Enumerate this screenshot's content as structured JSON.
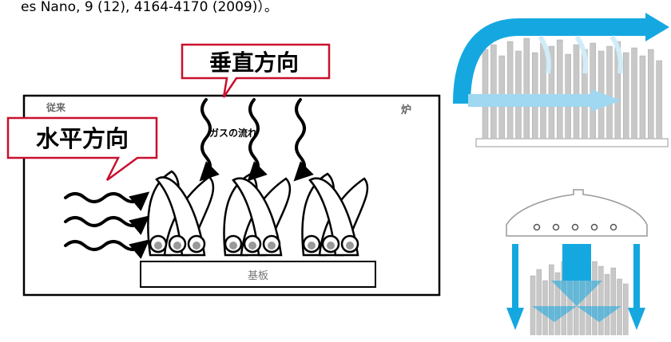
{
  "citation_fragment": "es Nano, 9 (12), 4164-4170 (2009)）。",
  "labels": {
    "vertical_direction": "垂直方向",
    "horizontal_direction": "水平方向",
    "conventional": "従来",
    "furnace": "炉",
    "gas_flow": "ガスの流れ",
    "substrate": "基板"
  },
  "colors": {
    "callout_border": "#c8102e",
    "flow_blue": "#15a8e0",
    "tube_gray": "#c8c8c8"
  }
}
